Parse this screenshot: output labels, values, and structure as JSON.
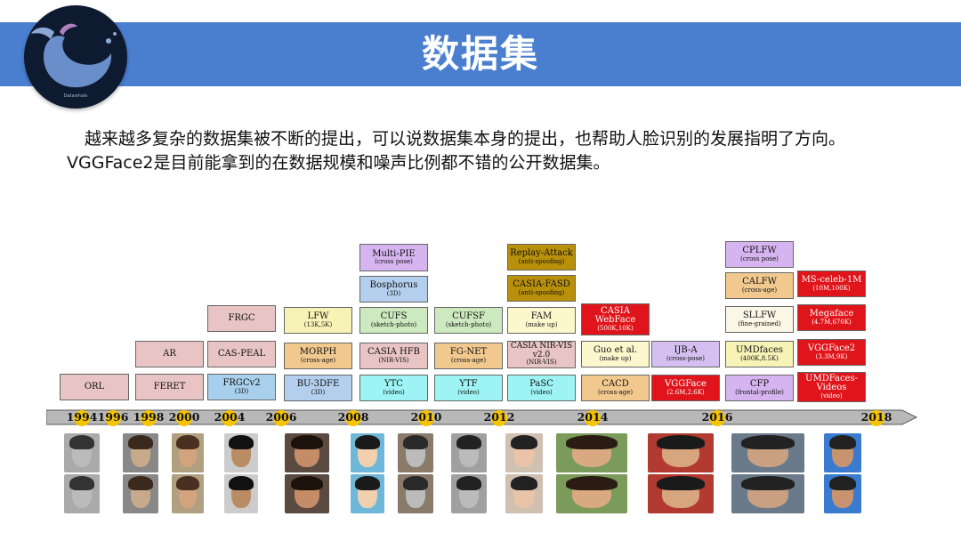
{
  "slide": {
    "title": "数据集",
    "logo_text": "Datawhale",
    "body_text": "越来越多复杂的数据集被不断的提出，可以说数据集本身的提出，也帮助人脸识别的发展指明了方向。VGGFace2是目前能拿到的在数据规模和噪声比例都不错的公开数据集。"
  },
  "timeline": {
    "years": [
      "1994",
      "1996",
      "1998",
      "2000",
      "2004",
      "2006",
      "2008",
      "2010",
      "2012",
      "2014",
      "2016",
      "2018"
    ],
    "datasets": [
      {
        "name": "ORL",
        "sub": "",
        "color": "pink"
      },
      {
        "name": "AR",
        "sub": "",
        "color": "pink"
      },
      {
        "name": "FERET",
        "sub": "",
        "color": "pink"
      },
      {
        "name": "FRGC",
        "sub": "",
        "color": "pink"
      },
      {
        "name": "CAS-PEAL",
        "sub": "",
        "color": "pink"
      },
      {
        "name": "FRGCv2",
        "sub": "(3D)",
        "color": "blue"
      },
      {
        "name": "LFW",
        "sub": "(13K,5K)",
        "color": "yellow"
      },
      {
        "name": "MORPH",
        "sub": "(cross-age)",
        "color": "orange"
      },
      {
        "name": "BU-3DFE",
        "sub": "(3D)",
        "color": "lblue"
      },
      {
        "name": "Multi-PIE",
        "sub": "(cross pose)",
        "color": "purple"
      },
      {
        "name": "Bosphorus",
        "sub": "(3D)",
        "color": "lblue"
      },
      {
        "name": "CUFS",
        "sub": "(sketch-photo)",
        "color": "green"
      },
      {
        "name": "CASIA HFB",
        "sub": "(NIR-VIS)",
        "color": "pink"
      },
      {
        "name": "YTC",
        "sub": "(video)",
        "color": "cyan"
      },
      {
        "name": "CUFSF",
        "sub": "(sketch-photo)",
        "color": "green"
      },
      {
        "name": "FG-NET",
        "sub": "(cross-age)",
        "color": "orange"
      },
      {
        "name": "YTF",
        "sub": "(video)",
        "color": "cyan"
      },
      {
        "name": "Replay-Attack",
        "sub": "(anti-spoofing)",
        "color": "olive"
      },
      {
        "name": "CASIA-FASD",
        "sub": "(anti-spoofing)",
        "color": "olive"
      },
      {
        "name": "FAM",
        "sub": "(make up)",
        "color": "lyellow"
      },
      {
        "name": "CASIA NIR-VIS v2.0",
        "sub": "(NIR-VIS)",
        "color": "pink"
      },
      {
        "name": "PaSC",
        "sub": "(video)",
        "color": "cyan"
      },
      {
        "name": "CASIA WebFace",
        "sub": "(500K,10K)",
        "color": "red"
      },
      {
        "name": "Guo et al.",
        "sub": "(make up)",
        "color": "lyellow"
      },
      {
        "name": "CACD",
        "sub": "(cross-age)",
        "color": "orange"
      },
      {
        "name": "IJB-A",
        "sub": "(cross-pose)",
        "color": "lpurple"
      },
      {
        "name": "VGGFace",
        "sub": "(2.6M,2.6K)",
        "color": "red"
      },
      {
        "name": "CPLFW",
        "sub": "(cross pose)",
        "color": "purple"
      },
      {
        "name": "CALFW",
        "sub": "(cross-age)",
        "color": "orange"
      },
      {
        "name": "SLLFW",
        "sub": "(fine-grained)",
        "color": "cream"
      },
      {
        "name": "UMDfaces",
        "sub": "(400K,8.5K)",
        "color": "yellow"
      },
      {
        "name": "CFP",
        "sub": "(frontal-profile)",
        "color": "purple"
      },
      {
        "name": "MS-celeb-1M",
        "sub": "(10M,100K)",
        "color": "red"
      },
      {
        "name": "Megaface",
        "sub": "(4.7M,670K)",
        "color": "red"
      },
      {
        "name": "VGGFace2",
        "sub": "(3.3M,9K)",
        "color": "red"
      },
      {
        "name": "UMDFaces-Videos",
        "sub": "(video)",
        "color": "red"
      }
    ]
  },
  "colors": {
    "banner": "#4a7fd0",
    "pink": "#e8c4c4",
    "yellow": "#f7f3b6",
    "blue": "#a8d0ec",
    "red": "#e0151b",
    "year_marker": "#f5c400"
  }
}
